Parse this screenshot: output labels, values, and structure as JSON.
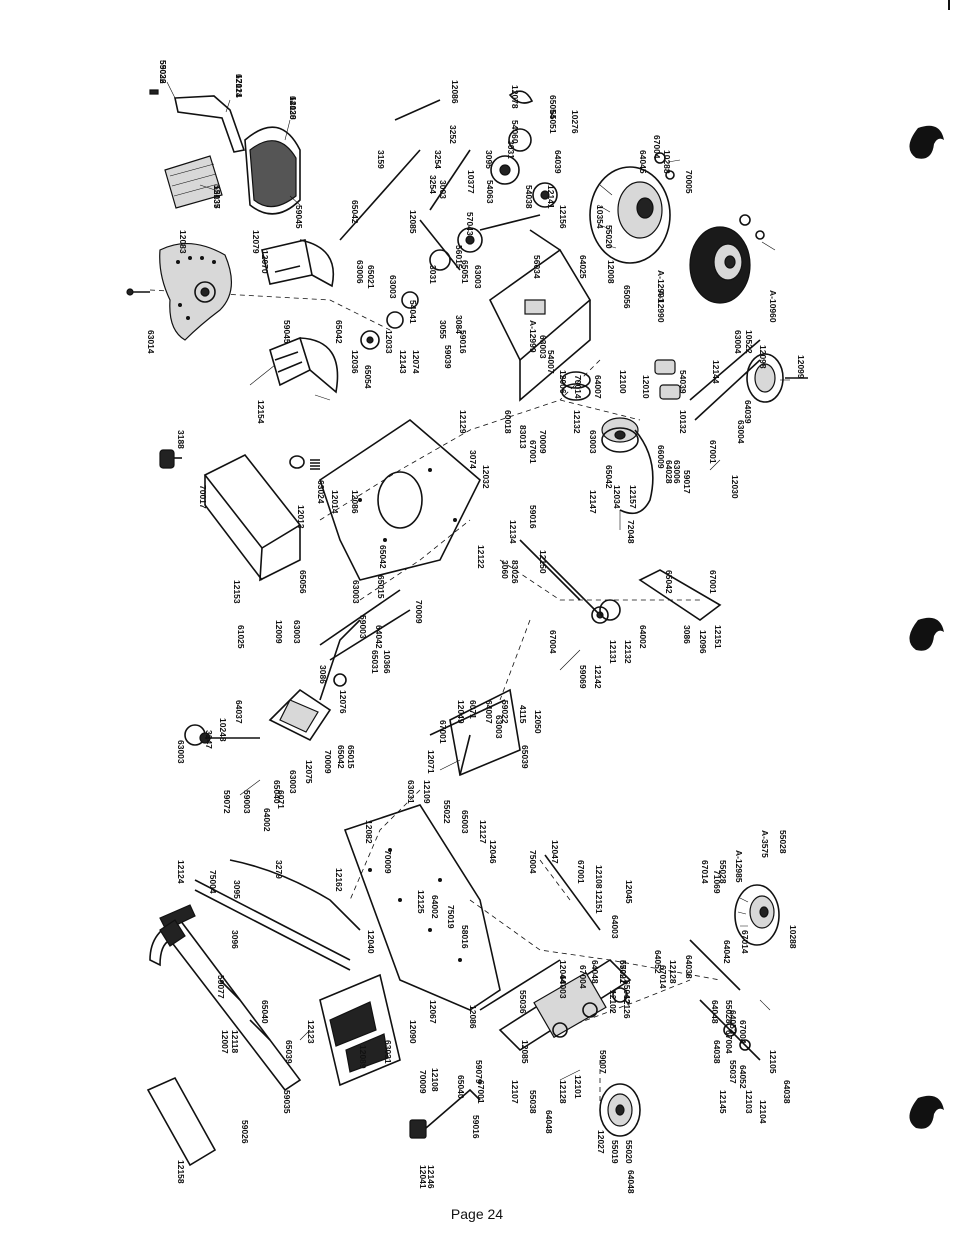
{
  "footer": {
    "page_label": "Page 24"
  },
  "colors": {
    "ink": "#111111",
    "paper": "#ffffff"
  },
  "icons": [
    "binder-hole-icon"
  ],
  "labels": [
    "59022",
    "12121",
    "12120",
    "12135",
    "59045",
    "65042",
    "3159",
    "12085",
    "12079",
    "12070",
    "12083",
    "63014",
    "12154",
    "59045",
    "65042",
    "54041",
    "12033",
    "12143",
    "12074",
    "65054",
    "12036",
    "63006",
    "65021",
    "63003",
    "3031",
    "56015",
    "57043",
    "10377",
    "3003",
    "54063",
    "54060",
    "12078",
    "3031",
    "3095",
    "65054",
    "65051",
    "10276",
    "3254",
    "3252",
    "3254",
    "12086",
    "65051",
    "63003",
    "3055",
    "3084",
    "59016",
    "59039",
    "56034",
    "54038",
    "64039",
    "12141",
    "10354",
    "55020",
    "12156",
    "64025",
    "65056",
    "12008",
    "A-12991",
    "A-12990",
    "A-10960",
    "64045",
    "67004",
    "10288",
    "70005",
    "A-12999",
    "63003",
    "54007",
    "12006",
    "70014",
    "64007",
    "12100",
    "12010",
    "54039",
    "12144",
    "63004",
    "10522",
    "12098",
    "12099",
    "64039",
    "63004",
    "63003",
    "12132",
    "10132",
    "67001",
    "12030",
    "3188",
    "70017",
    "12013",
    "63024",
    "12014",
    "12086",
    "12153",
    "65056",
    "61025",
    "12129",
    "3074",
    "12032",
    "60018",
    "83013",
    "67001",
    "70009",
    "12147",
    "65042",
    "12034",
    "12157",
    "72048",
    "66009",
    "64028",
    "63006",
    "59017",
    "12134",
    "59016",
    "70009",
    "12122",
    "65042",
    "65015",
    "63003",
    "59003",
    "64042",
    "65031",
    "10366",
    "12009",
    "63003",
    "3086",
    "12076",
    "3060",
    "12150",
    "83026",
    "67004",
    "59069",
    "12142",
    "12131",
    "12132",
    "64002",
    "65042",
    "67001",
    "3086",
    "12096",
    "12151",
    "63003",
    "3247",
    "10248",
    "64037",
    "59072",
    "59003",
    "65040",
    "64002",
    "63003",
    "6071",
    "12075",
    "70009",
    "65042",
    "65015",
    "12071",
    "67001",
    "12049",
    "6071",
    "64007",
    "63003",
    "59022",
    "4115",
    "12050",
    "65039",
    "12124",
    "75004",
    "3095",
    "3279",
    "3096",
    "59077",
    "65040",
    "12007",
    "12118",
    "12162",
    "12082",
    "70009",
    "63031",
    "12109",
    "55022",
    "65003",
    "12127",
    "12125",
    "64002",
    "75019",
    "58016",
    "12046",
    "75004",
    "12047",
    "67001",
    "12108",
    "12151",
    "12045",
    "64003",
    "55022",
    "12044",
    "64003",
    "67004",
    "64048",
    "67001",
    "65042",
    "12126",
    "64052",
    "67014",
    "12128",
    "64038",
    "12102",
    "55036",
    "12067",
    "12090",
    "12040",
    "65039",
    "12123",
    "59035",
    "59026",
    "12158",
    "63031",
    "12089",
    "70009",
    "12108",
    "65040",
    "59079",
    "67001",
    "59016",
    "12041",
    "12146",
    "12086",
    "12085",
    "12107",
    "55038",
    "64048",
    "12128",
    "12101",
    "59007",
    "12027",
    "55019",
    "55020",
    "64048",
    "67014",
    "71069",
    "55028",
    "A-12985",
    "A-3575",
    "55028",
    "64042",
    "67014",
    "10288",
    "64048",
    "55028",
    "67004",
    "64038",
    "55037",
    "64052",
    "12145",
    "12103",
    "12104",
    "64038",
    "12105",
    "67004",
    "64052",
    "55036",
    "67014",
    "64038",
    "55037"
  ]
}
